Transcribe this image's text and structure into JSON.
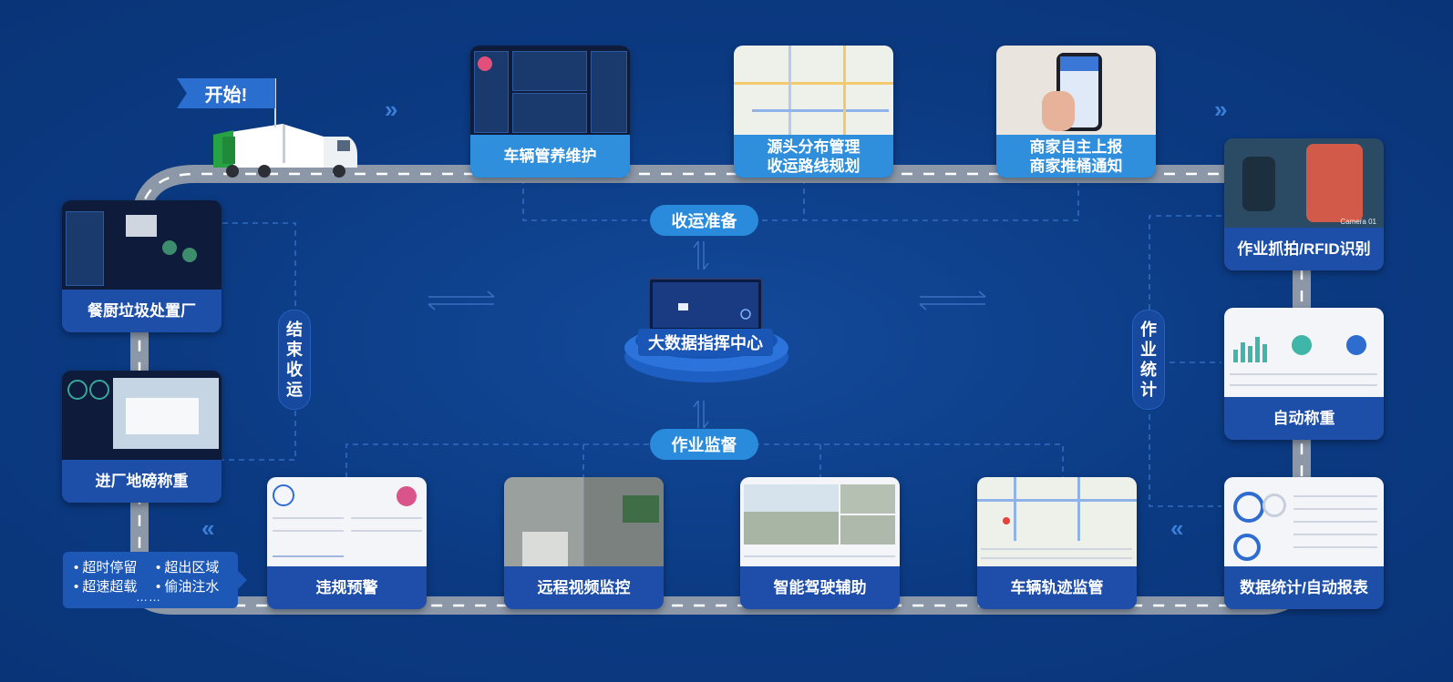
{
  "flag": {
    "text": "开始!"
  },
  "hubs": {
    "top": "收运准备",
    "bottom": "作业监督",
    "center": "大数据指挥中心"
  },
  "side_labels": {
    "left": [
      "结",
      "束",
      "收",
      "运"
    ],
    "right": [
      "作",
      "业",
      "统",
      "计"
    ]
  },
  "top_cards": [
    {
      "line1": "车辆管养维护",
      "line2": ""
    },
    {
      "line1": "源头分布管理",
      "line2": "收运路线规划"
    },
    {
      "line1": "商家自主上报",
      "line2": "商家推桶通知"
    }
  ],
  "left_cards": [
    {
      "line1": "餐厨垃圾处置厂"
    },
    {
      "line1": "进厂地磅称重"
    }
  ],
  "right_cards": [
    {
      "line1": "作业抓拍/RFID识别"
    },
    {
      "line1": "自动称重"
    },
    {
      "line1": "数据统计/自动报表"
    }
  ],
  "bottom_cards": [
    {
      "line1": "违规预警"
    },
    {
      "line1": "远程视频监控"
    },
    {
      "line1": "智能驾驶辅助"
    },
    {
      "line1": "车辆轨迹监管"
    }
  ],
  "tip": {
    "items": [
      "• 超时停留",
      "• 超出区域",
      "• 超速超载",
      "• 偷油注水"
    ],
    "more": "……"
  },
  "camera_text": "Camera 01",
  "colors": {
    "background": "#0b3a82",
    "road": "#8c98a8",
    "accent": "#2a8bdc",
    "label_dark": "#1d4ea8"
  }
}
